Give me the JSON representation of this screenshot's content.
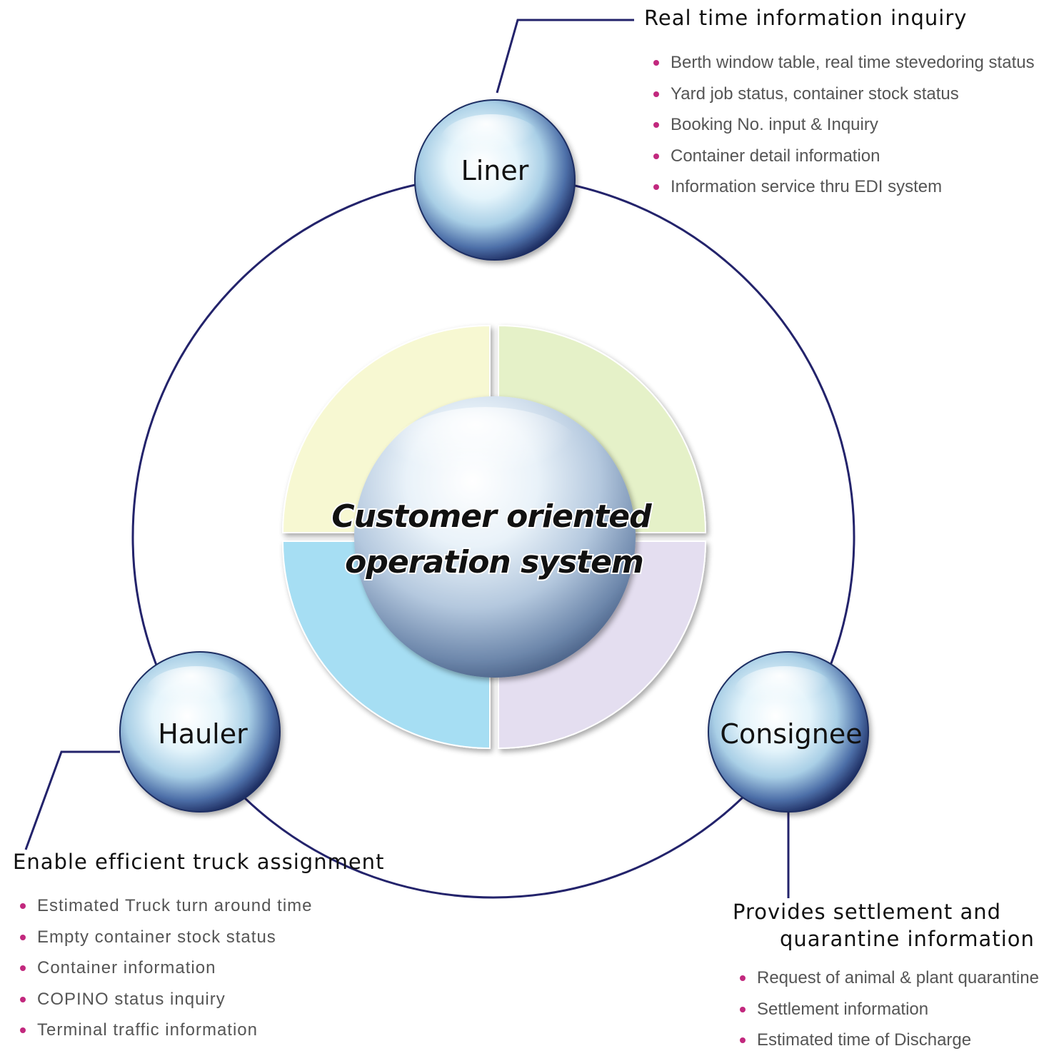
{
  "center": {
    "title_line1": "Customer oriented",
    "title_line2": "operation system"
  },
  "nodes": {
    "liner": "Liner",
    "hauler": "Hauler",
    "consignee": "Consignee"
  },
  "liner_info": {
    "heading": "Real time information inquiry",
    "items": [
      "Berth window table, real time stevedoring status",
      "Yard job status, container stock status",
      "Booking No. input & Inquiry",
      "Container detail information",
      "Information service thru EDI system"
    ]
  },
  "hauler_info": {
    "heading": "Enable efficient truck assignment",
    "items": [
      "Estimated Truck turn around time",
      "Empty container stock status",
      "Container information",
      "COPINO status inquiry",
      "Terminal traffic information"
    ]
  },
  "consignee_info": {
    "heading_line1": "Provides settlement and",
    "heading_line2": "quarantine information",
    "items": [
      "Request of animal & plant quarantine",
      "Settlement information",
      "Estimated time of Discharge"
    ]
  },
  "colors": {
    "ring": "#23236b",
    "connector": "#23236b",
    "bullet": "#c2287e",
    "quadrant_top_left": "#f7f8d2",
    "quadrant_top_right": "#e5f1c8",
    "quadrant_bottom_left": "#a6def3",
    "quadrant_bottom_right": "#e4def0"
  }
}
